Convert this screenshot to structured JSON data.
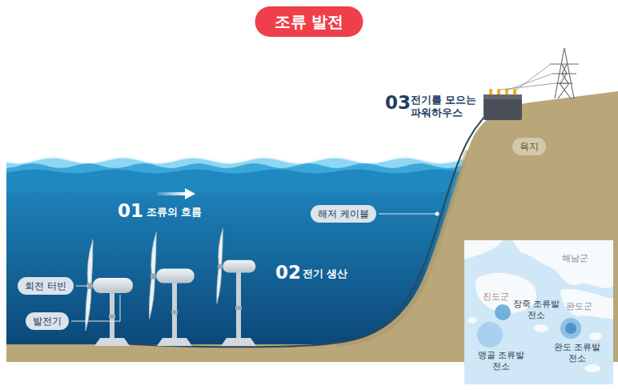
{
  "diagram": {
    "title": "조류 발전",
    "nodes": [
      {
        "text": [
          "육지"
        ]
      },
      {
        "text": [
          "해저 케이블"
        ]
      },
      {
        "text": [
          "회전 터빈"
        ]
      },
      {
        "text": [
          "발전기"
        ]
      }
    ],
    "labels": [
      "03",
      "전기를 모으는 파워하우스",
      "01",
      "조류의 흐름",
      "02",
      "전기 생산",
      "해남군",
      "진도군",
      "장죽 조류발전소",
      "완도군",
      "맹골 조류발전소",
      "완도 조류발전소"
    ]
  }
}
